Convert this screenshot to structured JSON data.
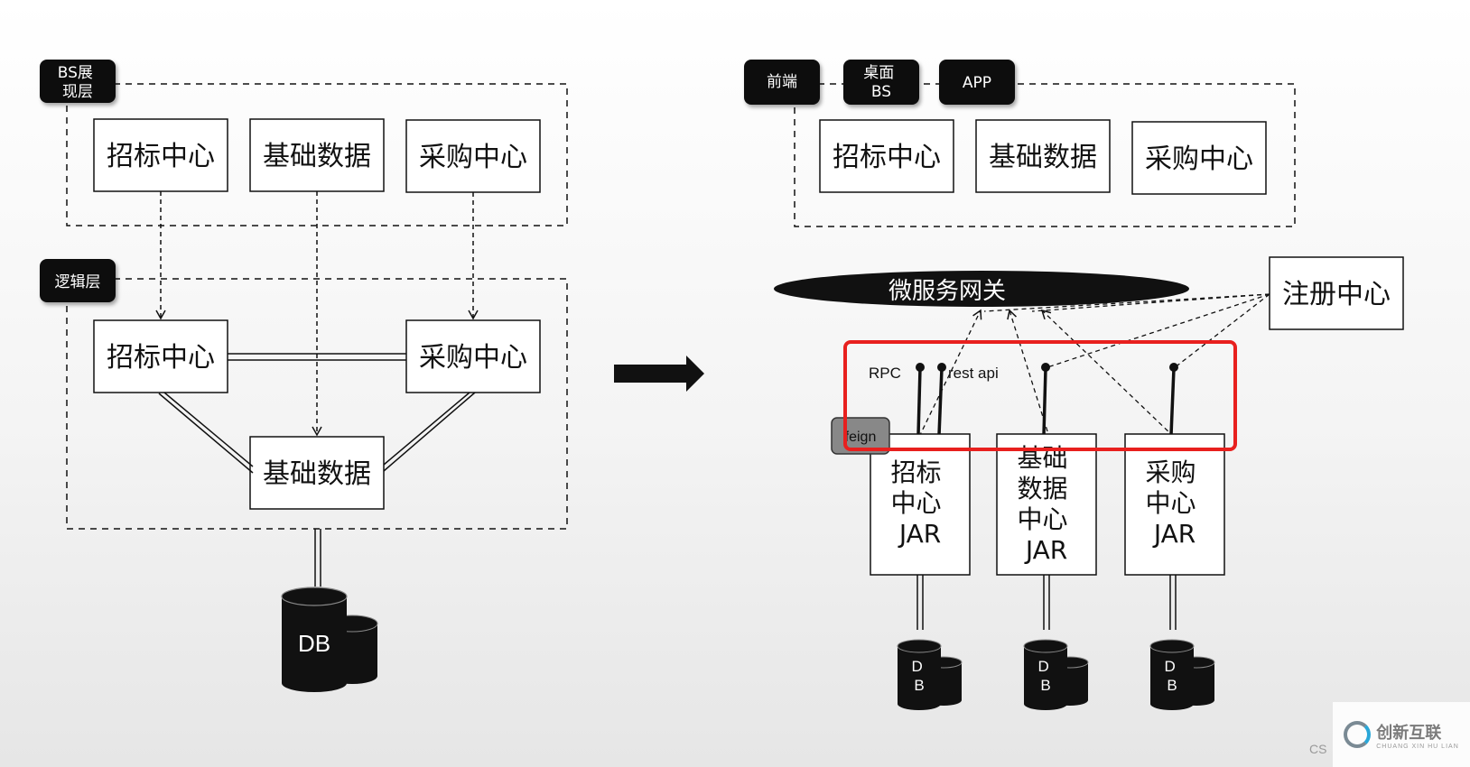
{
  "left": {
    "presentation_tag": "BS展\n现层",
    "logic_tag": "逻辑层",
    "top_boxes": [
      "招标中心",
      "基础数据",
      "采购中心"
    ],
    "logic_boxes": {
      "tender": "招标中心",
      "purchase": "采购中心",
      "base": "基础数据"
    },
    "db_label": "DB"
  },
  "right": {
    "tags": [
      "前端",
      "桌面\nBS",
      "APP"
    ],
    "top_boxes": [
      "招标中心",
      "基础数据",
      "采购中心"
    ],
    "gateway": "微服务网关",
    "registry": "注册中心",
    "rpc_label": "RPC",
    "rest_label": "rest api",
    "feign_label": "feign",
    "jars": [
      "招标\n中心\nJAR",
      "基础\n数据\n中心\nJAR",
      "采购\n中心\nJAR"
    ],
    "db_label": "D\nB"
  },
  "watermark": {
    "text": "创新互联",
    "sub": "CHUANG XIN HU LIAN",
    "prefix": "CS"
  },
  "colors": {
    "highlight": "#e8201e",
    "tag_bg": "#111111",
    "feign_bg": "#888888"
  }
}
